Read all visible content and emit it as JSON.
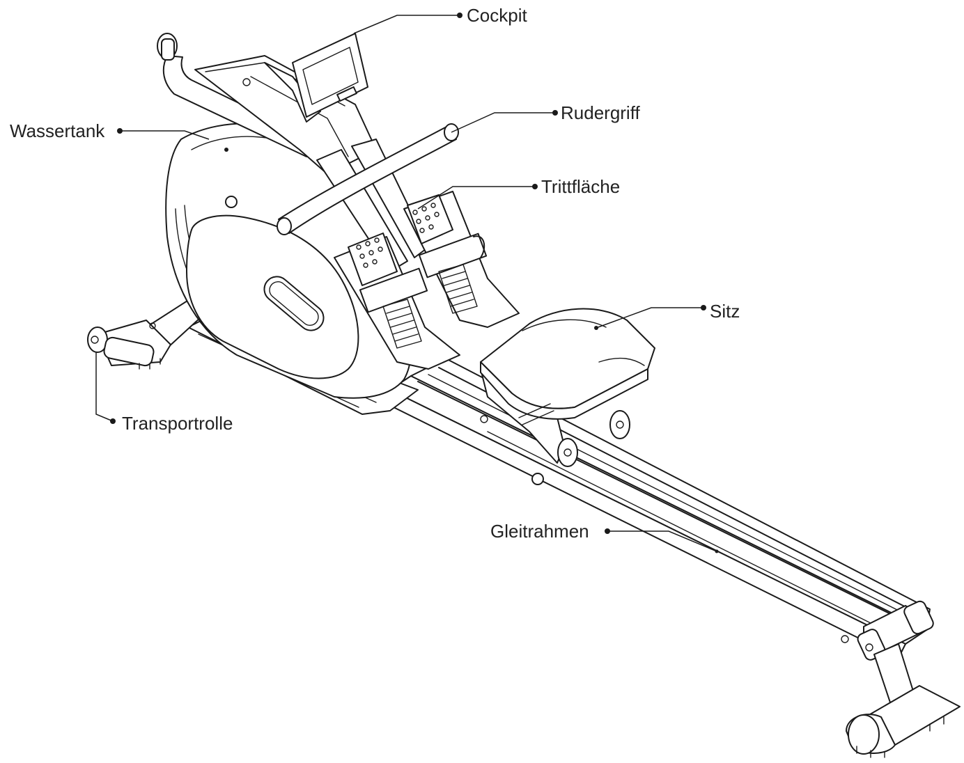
{
  "labels": {
    "cockpit": "Cockpit",
    "rudergriff": "Rudergriff",
    "wassertank": "Wassertank",
    "trittflaeche": "Trittfläche",
    "sitz": "Sitz",
    "transportrolle": "Transportrolle",
    "gleitrahmen": "Gleitrahmen"
  }
}
